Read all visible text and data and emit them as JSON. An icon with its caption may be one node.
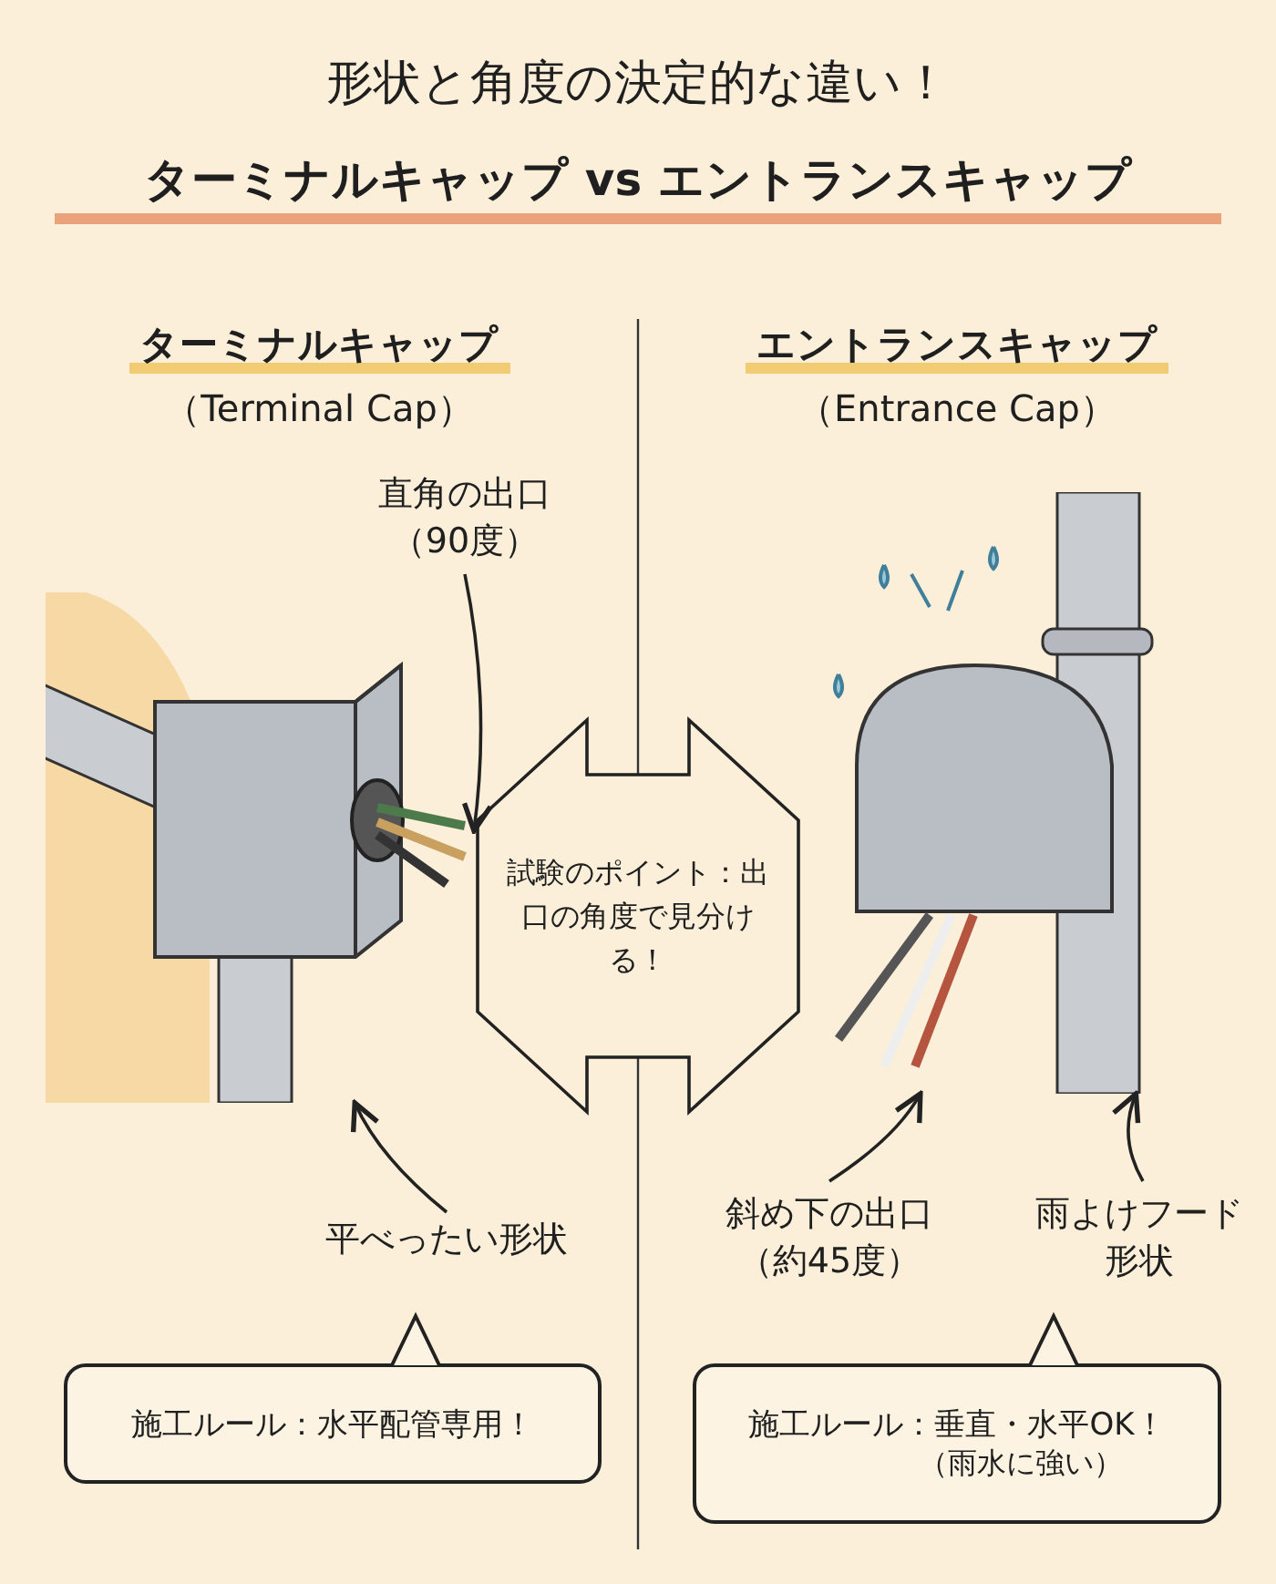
{
  "diagram": {
    "title": "形状と角度の決定的な違い！",
    "nodes": [
      {
        "text": [
          "直角の出口（90度）"
        ]
      },
      {
        "text": [],
        "shape": "picture"
      },
      {
        "text": [
          "平べったい形状"
        ]
      },
      {
        "text": [
          "施工ルール：水平配管専用！"
        ]
      },
      {
        "text": [
          "試験のポイント：出口の角度で見分ける！"
        ]
      },
      {
        "text": [],
        "shape": "picture"
      },
      {
        "text": [
          "斜め下の出口（約45度）"
        ]
      },
      {
        "text": [
          "雨よけフード形状"
        ]
      },
      {
        "text": [
          "施工ルール：垂直・水平OK！",
          "（雨水に強い）"
        ]
      }
    ],
    "edges": [
      {
        "from": 0,
        "to": 1,
        "arrow": "to"
      },
      {
        "from": 2,
        "to": 1,
        "arrow": "to"
      },
      {
        "from": 6,
        "to": 5,
        "arrow": "to"
      },
      {
        "from": 7,
        "to": 5,
        "arrow": "to"
      }
    ],
    "labels": [
      "ターミナルキャップ vs エントランスキャップ",
      "ターミナルキャップ",
      "（Terminal Cap）",
      "エントランスキャップ",
      "（Entrance Cap）"
    ]
  }
}
